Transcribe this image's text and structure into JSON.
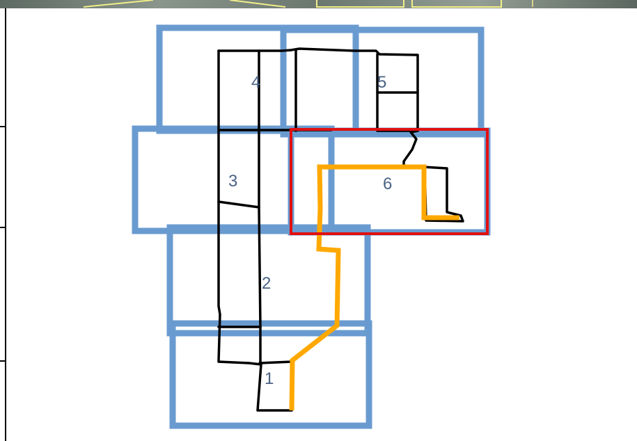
{
  "colors": {
    "tile_outline": "#6a9bd0",
    "footprint_outline": "#000000",
    "route": "#ffa800",
    "highlight": "#e01010",
    "label_text": "#4a6283",
    "top_strip_base": "#6f7f76",
    "top_strip_lines": "#f2ee8a"
  },
  "labels": [
    {
      "id": "1",
      "text": "1"
    },
    {
      "id": "2",
      "text": "2"
    },
    {
      "id": "3",
      "text": "3"
    },
    {
      "id": "4",
      "text": "4"
    },
    {
      "id": "5",
      "text": "5"
    },
    {
      "id": "6",
      "text": "6"
    }
  ],
  "highlighted_tile": "6"
}
